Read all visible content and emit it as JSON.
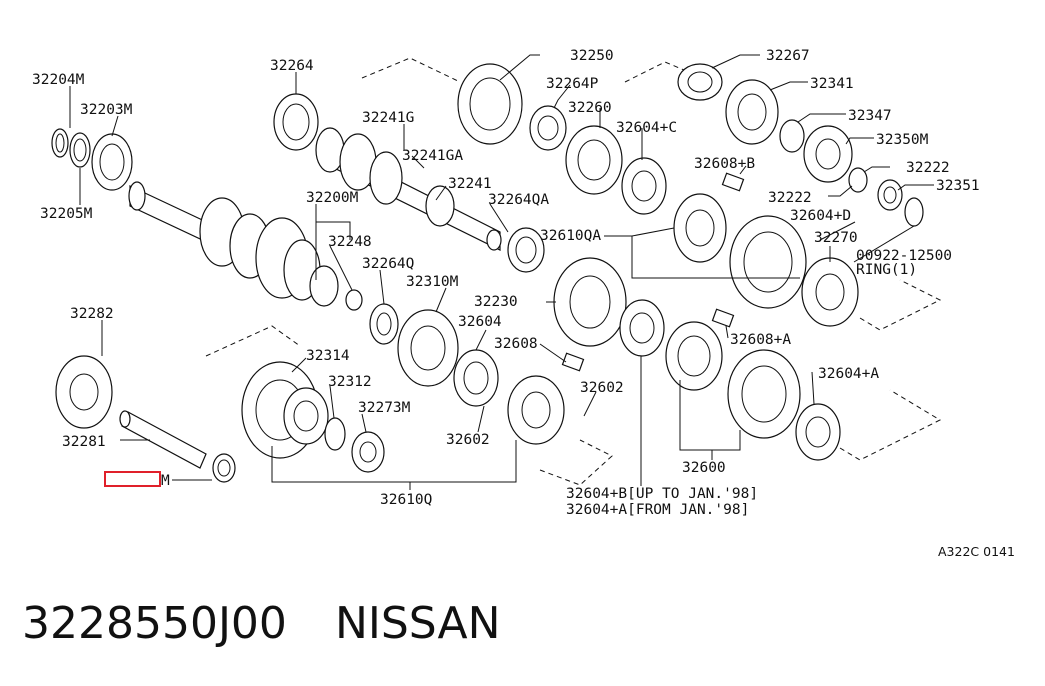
{
  "labels": {
    "l32204M": "32204M",
    "l32203M": "32203M",
    "l32205M": "32205M",
    "l32264": "32264",
    "l32241G": "32241G",
    "l32241GA": "32241GA",
    "l32241": "32241",
    "l32264QA": "32264QA",
    "l32200M": "32200M",
    "l32248": "32248",
    "l32264Q": "32264Q",
    "l32310M": "32310M",
    "l32604": "32604",
    "l32250": "32250",
    "l32264P": "32264P",
    "l32260": "32260",
    "l32604C": "32604+C",
    "l32267": "32267",
    "l32341": "32341",
    "l32347": "32347",
    "l32350M": "32350M",
    "l32222a": "32222",
    "l32608B": "32608+B",
    "l32222b": "32222",
    "l32351": "32351",
    "l32604D": "32604+D",
    "l32610QA": "32610QA",
    "l32270": "32270",
    "l00922": "00922-12500",
    "lRing": "RING(1)",
    "l32230": "32230",
    "l32608A": "32608+A",
    "l32608": "32608",
    "l32282": "32282",
    "l32314": "32314",
    "l32312": "32312",
    "l32273M": "32273M",
    "l32602a": "32602",
    "l32602b": "32602",
    "l32604A": "32604+A",
    "l32281": "32281",
    "l32285Mtail": "M",
    "l32610Q": "32610Q",
    "l32600": "32600",
    "note1": "32604+B[UP TO JAN.'98]",
    "note2": "32604+A[FROM JAN.'98]",
    "diagram_ref": "A322C 0141"
  },
  "caption": {
    "part_number": "3228550J00",
    "brand": "NISSAN"
  },
  "colors": {
    "highlight": "#e0202a",
    "ink": "#111111"
  }
}
